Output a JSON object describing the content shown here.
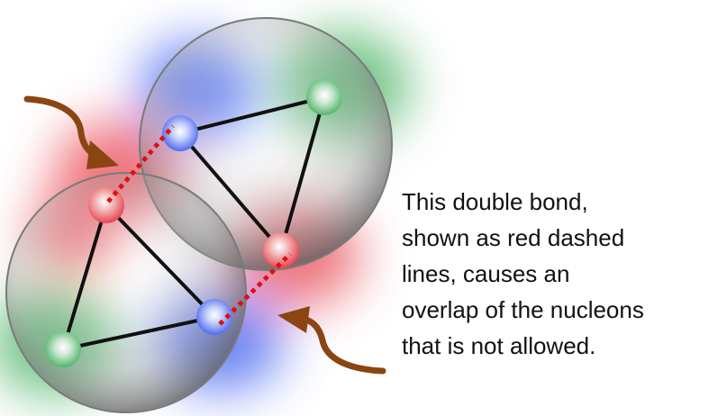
{
  "caption": {
    "lines": [
      "This double bond,",
      "shown as red dashed",
      "lines, causes an",
      "overlap of the nucleons",
      "that is not allowed."
    ]
  },
  "colors": {
    "proton": "#e8454f",
    "neutron_blue": "#3b5bef",
    "neutron_green": "#3fae5c",
    "bond": "#111111",
    "double_bond": "#e01010",
    "arrow": "#8b4512",
    "shell": "#8a8a8a"
  },
  "icons": {
    "arrow_upper": "curved-arrow-icon",
    "arrow_lower": "curved-arrow-icon"
  }
}
